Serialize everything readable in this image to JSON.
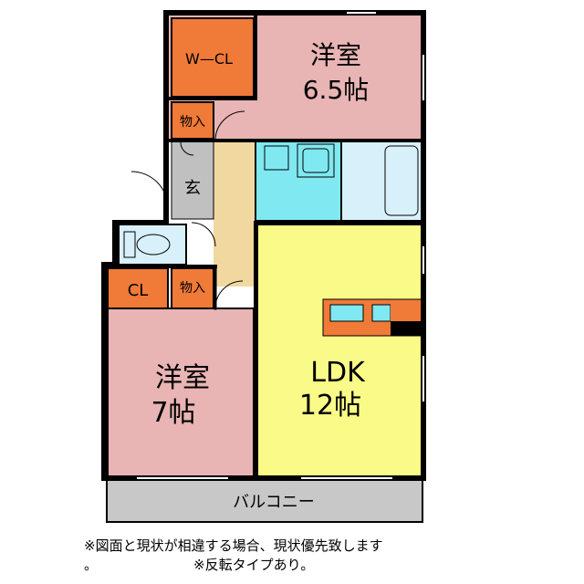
{
  "rooms": {
    "western_top_name": "洋室",
    "western_top_size": "6.5帖",
    "wcl": "W—CL",
    "storage_top": "物入",
    "entrance": "玄",
    "cl": "CL",
    "storage_mid": "物入",
    "western_bottom_name": "洋室",
    "western_bottom_size": "7帖",
    "ldk_name": "LDK",
    "ldk_size": "12帖",
    "balcony": "バルコニー"
  },
  "notes": {
    "line1": "※図面と現状が相違する場合、現状優先致します",
    "line2": "。",
    "line3": "※反転タイプあり。"
  },
  "colors": {
    "western_room": "#e8b4b4",
    "closet_orange": "#f07a38",
    "ldk_yellow": "#fafa88",
    "water_cyan": "#80e8f0",
    "bath_light": "#d8f0fa",
    "hall_tan": "#f0d8a0",
    "entrance_gray": "#c0c0c0",
    "balcony_gray": "#c8c8c8",
    "wall": "#000000"
  }
}
